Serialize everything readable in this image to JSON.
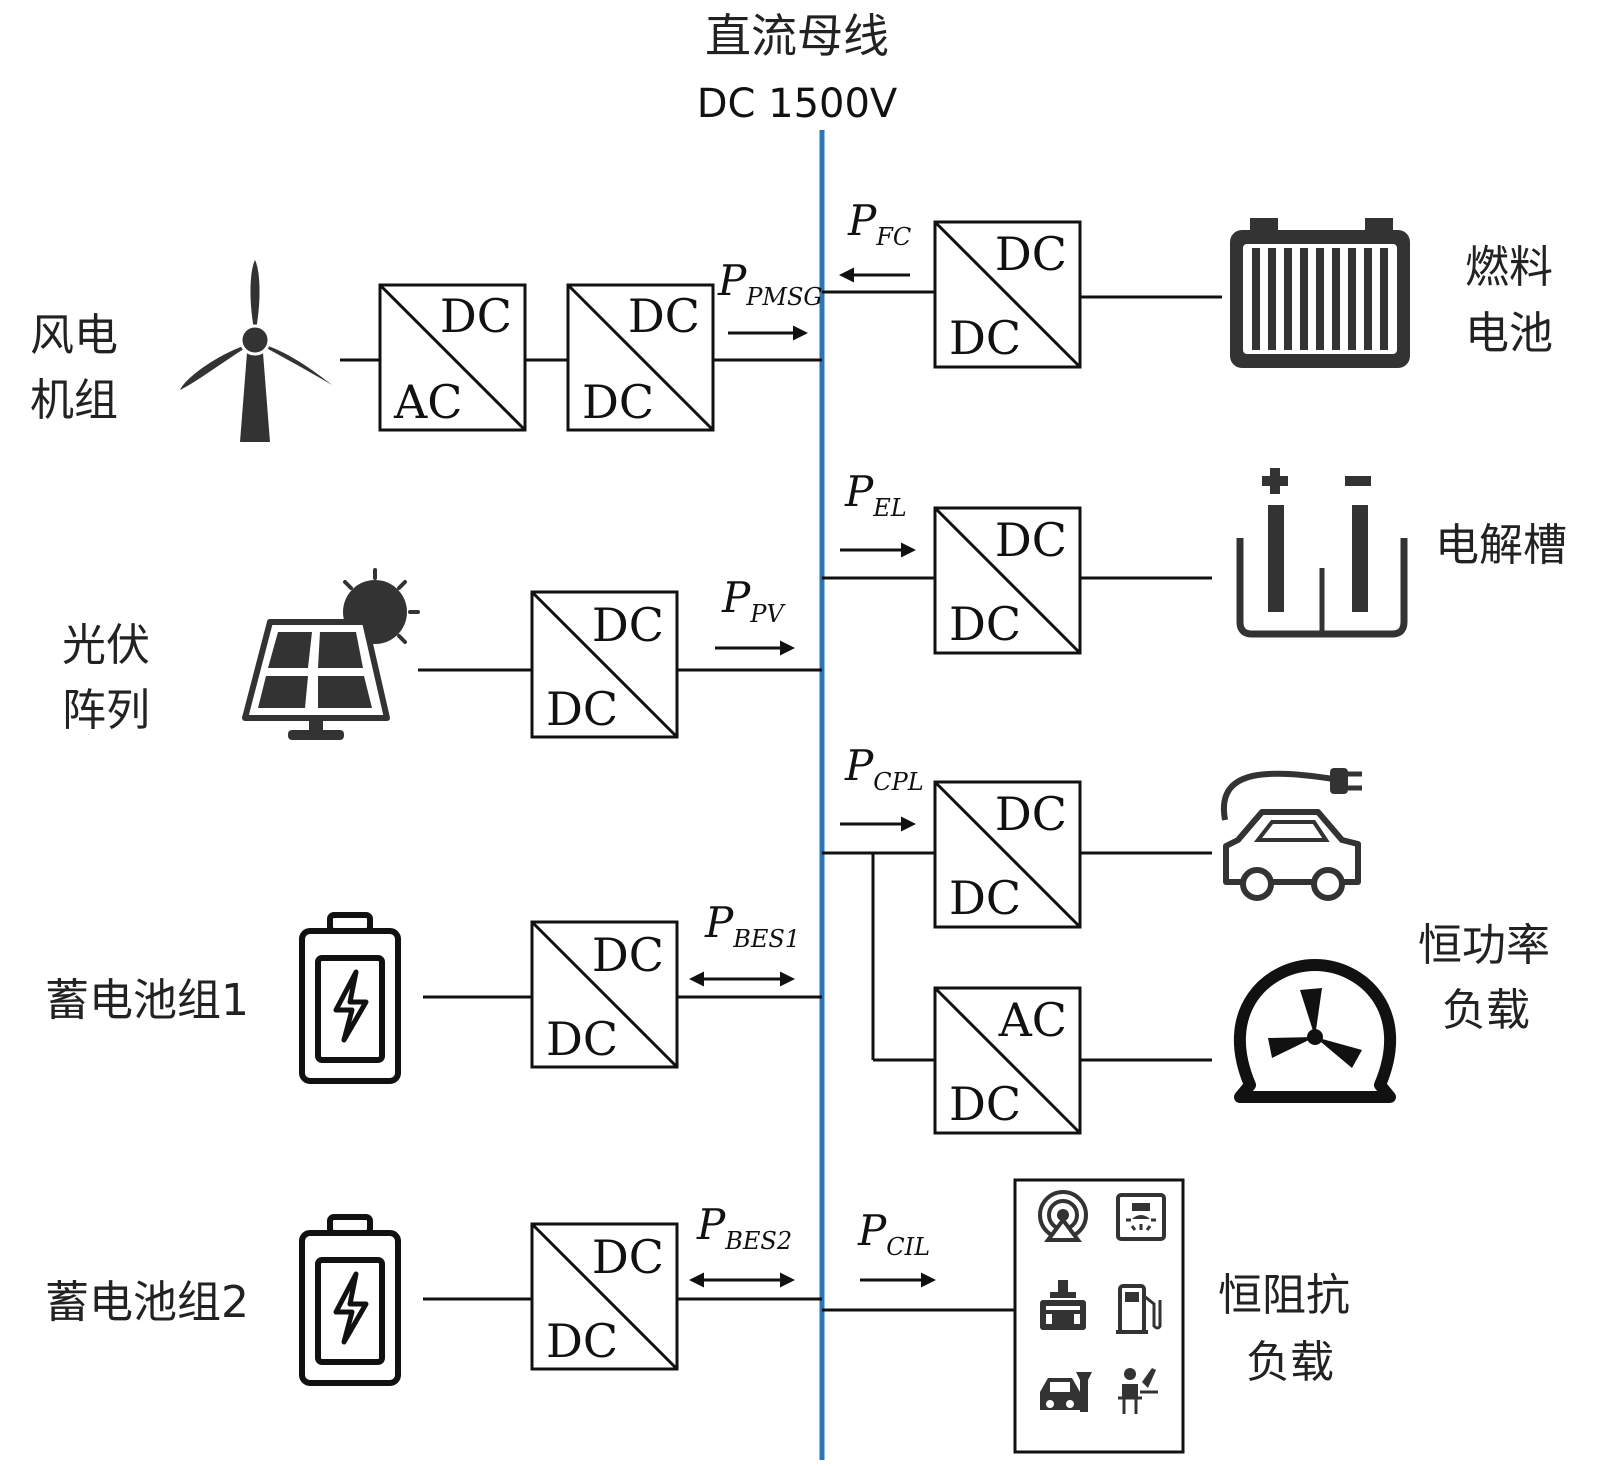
{
  "bus": {
    "title": "直流母线",
    "voltage": "DC 1500V",
    "color": "#2e75b6"
  },
  "converters": {
    "wind_acdc": {
      "top": "DC",
      "bottom": "AC"
    },
    "wind_dcdc": {
      "top": "DC",
      "bottom": "DC"
    },
    "pv_dcdc": {
      "top": "DC",
      "bottom": "DC"
    },
    "bes1_dcdc": {
      "top": "DC",
      "bottom": "DC"
    },
    "bes2_dcdc": {
      "top": "DC",
      "bottom": "DC"
    },
    "fc_dcdc": {
      "top": "DC",
      "bottom": "DC"
    },
    "el_dcdc": {
      "top": "DC",
      "bottom": "DC"
    },
    "cpl_dcdc": {
      "top": "DC",
      "bottom": "DC"
    },
    "cpl_acdc": {
      "top": "AC",
      "bottom": "DC"
    }
  },
  "powers": {
    "pmsg": {
      "symbol": "P",
      "sub": "PMSG",
      "direction": "right"
    },
    "pv": {
      "symbol": "P",
      "sub": "PV",
      "direction": "right"
    },
    "bes1": {
      "symbol": "P",
      "sub": "BES1",
      "direction": "both"
    },
    "bes2": {
      "symbol": "P",
      "sub": "BES2",
      "direction": "both"
    },
    "fc": {
      "symbol": "P",
      "sub": "FC",
      "direction": "left"
    },
    "el": {
      "symbol": "P",
      "sub": "EL",
      "direction": "right"
    },
    "cpl": {
      "symbol": "P",
      "sub": "CPL",
      "direction": "right"
    },
    "cil": {
      "symbol": "P",
      "sub": "CIL",
      "direction": "right"
    }
  },
  "labels": {
    "wind": [
      "风电",
      "机组"
    ],
    "pv": [
      "光伏",
      "阵列"
    ],
    "bes1": "蓄电池组1",
    "bes2": "蓄电池组2",
    "fc": [
      "燃料",
      "电池"
    ],
    "el": "电解槽",
    "cpl": [
      "恒功率",
      "负载"
    ],
    "cil": [
      "恒阻抗",
      "负载"
    ]
  },
  "icons": {
    "wind": "wind-turbine-icon",
    "pv": "solar-panel-icon",
    "bes1": "battery-icon",
    "bes2": "battery-icon",
    "fc": "fuel-cell-icon",
    "el": "electrolyzer-icon",
    "cpl_ev": "electric-car-icon",
    "cpl_motor": "motor-fan-icon",
    "cil_loads": [
      "antenna-icon",
      "projector-icon",
      "printer-icon",
      "fuel-pump-icon",
      "car-repair-icon",
      "office-worker-icon"
    ]
  }
}
